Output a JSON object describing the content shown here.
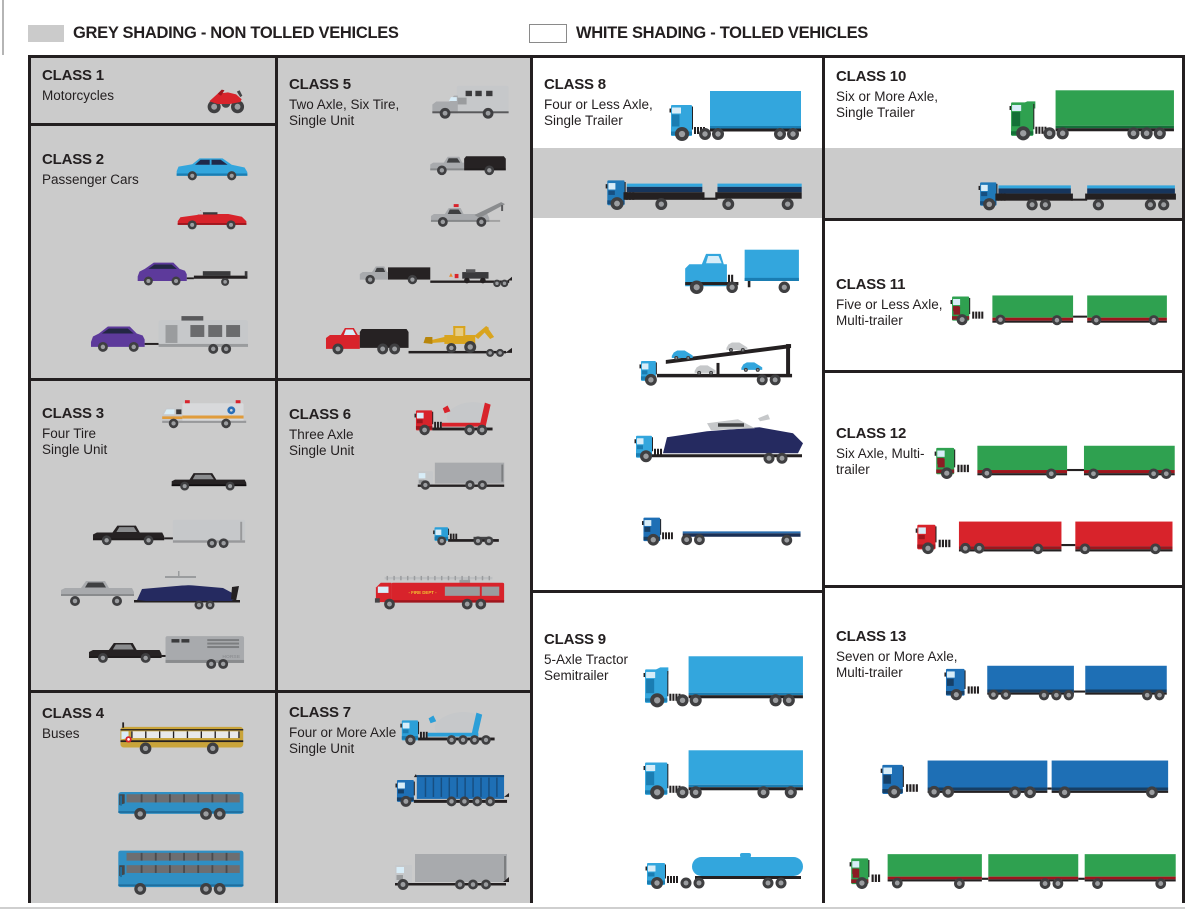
{
  "legend": {
    "grey": {
      "label": "GREY SHADING - NON TOLLED VEHICLES",
      "swatch_color": "#cbcbcb"
    },
    "white": {
      "label": "WHITE SHADING - TOLLED VEHICLES",
      "swatch_color": "#ffffff"
    }
  },
  "palette": {
    "grey_cell": "#cbcbcb",
    "border": "#231f20",
    "cyan": "#33a6dd",
    "cyan_dark": "#1a7db2",
    "blue": "#1e6fb5",
    "blue_dark": "#163f66",
    "steel": "#2079b8",
    "navy": "#252a60",
    "bus_blue": "#2f8fc4",
    "green": "#2fa150",
    "green_dark": "#147038",
    "red": "#d8232b",
    "red_dark": "#9e161d",
    "maroon": "#8c1c24",
    "grey_vehicle": "#a8aaad",
    "grey_light": "#c6c8ca",
    "grey_dark": "#595a5c",
    "black_vehicle": "#262223",
    "yellow": "#c9a43a",
    "machine_yellow": "#d9a41e",
    "purple": "#5d3a9b",
    "window": "#d8edf8",
    "wheel": "#3f3f41",
    "hub": "#9b9da0",
    "stripe_orange": "#e09c3c"
  },
  "vehicle_labels": {
    "horse_trailer": "HORSE",
    "fire_truck": "- FIRE DEPT -"
  },
  "cells": [
    {
      "id": "class-1",
      "title": "CLASS 1",
      "subtitle": "Motorcycles",
      "shading": "grey",
      "vehicles": [
        {
          "icon": "red-sport-motorcycle"
        }
      ]
    },
    {
      "id": "class-2",
      "title": "CLASS 2",
      "subtitle": "Passenger Cars",
      "shading": "grey",
      "vehicles": [
        {
          "icon": "blue-sedan"
        },
        {
          "icon": "red-convertible"
        },
        {
          "icon": "purple-car-utility-trailer"
        },
        {
          "icon": "purple-car-camper-trailer"
        }
      ]
    },
    {
      "id": "class-3",
      "title": "CLASS 3",
      "subtitle": "Four Tire Single Unit",
      "shading": "grey",
      "vehicles": [
        {
          "icon": "ambulance"
        },
        {
          "icon": "black-pickup"
        },
        {
          "icon": "pickup-box-trailer"
        },
        {
          "icon": "pickup-boat-trailer"
        },
        {
          "icon": "pickup-horse-trailer"
        }
      ]
    },
    {
      "id": "class-4",
      "title": "CLASS 4",
      "subtitle": "Buses",
      "shading": "grey",
      "vehicles": [
        {
          "icon": "yellow-school-bus"
        },
        {
          "icon": "blue-coach-bus"
        },
        {
          "icon": "blue-double-decker-bus"
        }
      ]
    },
    {
      "id": "class-5",
      "title": "CLASS 5",
      "subtitle": "Two Axle, Six Tire, Single Unit",
      "shading": "grey",
      "vehicles": [
        {
          "icon": "grey-camper-truck"
        },
        {
          "icon": "grey-dump-pickup"
        },
        {
          "icon": "grey-tow-truck"
        },
        {
          "icon": "dump-truck-equipment-trailer"
        },
        {
          "icon": "red-dump-truck-backhoe-trailer"
        }
      ]
    },
    {
      "id": "class-6",
      "title": "CLASS 6",
      "subtitle": "Three Axle Single Unit",
      "shading": "grey",
      "vehicles": [
        {
          "icon": "red-cement-mixer"
        },
        {
          "icon": "grey-box-truck-3-axle"
        },
        {
          "icon": "blue-tractor-cab"
        },
        {
          "icon": "red-fire-truck"
        }
      ]
    },
    {
      "id": "class-7",
      "title": "CLASS 7",
      "subtitle": "Four or More Axle Single Unit",
      "shading": "grey",
      "vehicles": [
        {
          "icon": "blue-cement-mixer-5-axle"
        },
        {
          "icon": "blue-dump-truck-5-axle"
        },
        {
          "icon": "grey-box-truck-4-axle"
        }
      ]
    },
    {
      "id": "class-8",
      "title": "CLASS 8",
      "subtitle": "Four or Less Axle, Single Trailer",
      "shading": "white",
      "vehicles": [
        {
          "icon": "cyan-semi-4-axle"
        },
        {
          "icon": "cyan-truck-full-trailer",
          "band": "grey"
        },
        {
          "icon": "cyan-truck-box-trailer"
        },
        {
          "icon": "car-carrier"
        },
        {
          "icon": "boat-hauler"
        },
        {
          "icon": "blue-flatbed-semi"
        }
      ]
    },
    {
      "id": "class-9",
      "title": "CLASS 9",
      "subtitle": "5-Axle Tractor Semitrailer",
      "shading": "white",
      "vehicles": [
        {
          "icon": "cyan-semi-5-axle"
        },
        {
          "icon": "cyan-semi-5-axle-spread"
        },
        {
          "icon": "cyan-tanker-semi"
        }
      ]
    },
    {
      "id": "class-10",
      "title": "CLASS 10",
      "subtitle": "Six or More Axle, Single Trailer",
      "shading": "white",
      "vehicles": [
        {
          "icon": "green-semi-6-axle"
        },
        {
          "icon": "blue-truck-full-trailer-6-axle",
          "band": "grey"
        }
      ]
    },
    {
      "id": "class-11",
      "title": "CLASS 11",
      "subtitle": "Five or Less Axle, Multi-trailer",
      "shading": "white",
      "vehicles": [
        {
          "icon": "green-double-trailer-5-axle"
        }
      ]
    },
    {
      "id": "class-12",
      "title": "CLASS 12",
      "subtitle": "Six Axle, Multi-trailer",
      "shading": "white",
      "vehicles": [
        {
          "icon": "green-double-trailer-6-axle"
        },
        {
          "icon": "red-double-trailer-6-axle"
        }
      ]
    },
    {
      "id": "class-13",
      "title": "CLASS 13",
      "subtitle": "Seven or More Axle, Multi-trailer",
      "shading": "white",
      "vehicles": [
        {
          "icon": "blue-double-trailer-7-axle"
        },
        {
          "icon": "blue-double-trailer-8-axle"
        },
        {
          "icon": "green-triple-trailer"
        }
      ]
    }
  ]
}
